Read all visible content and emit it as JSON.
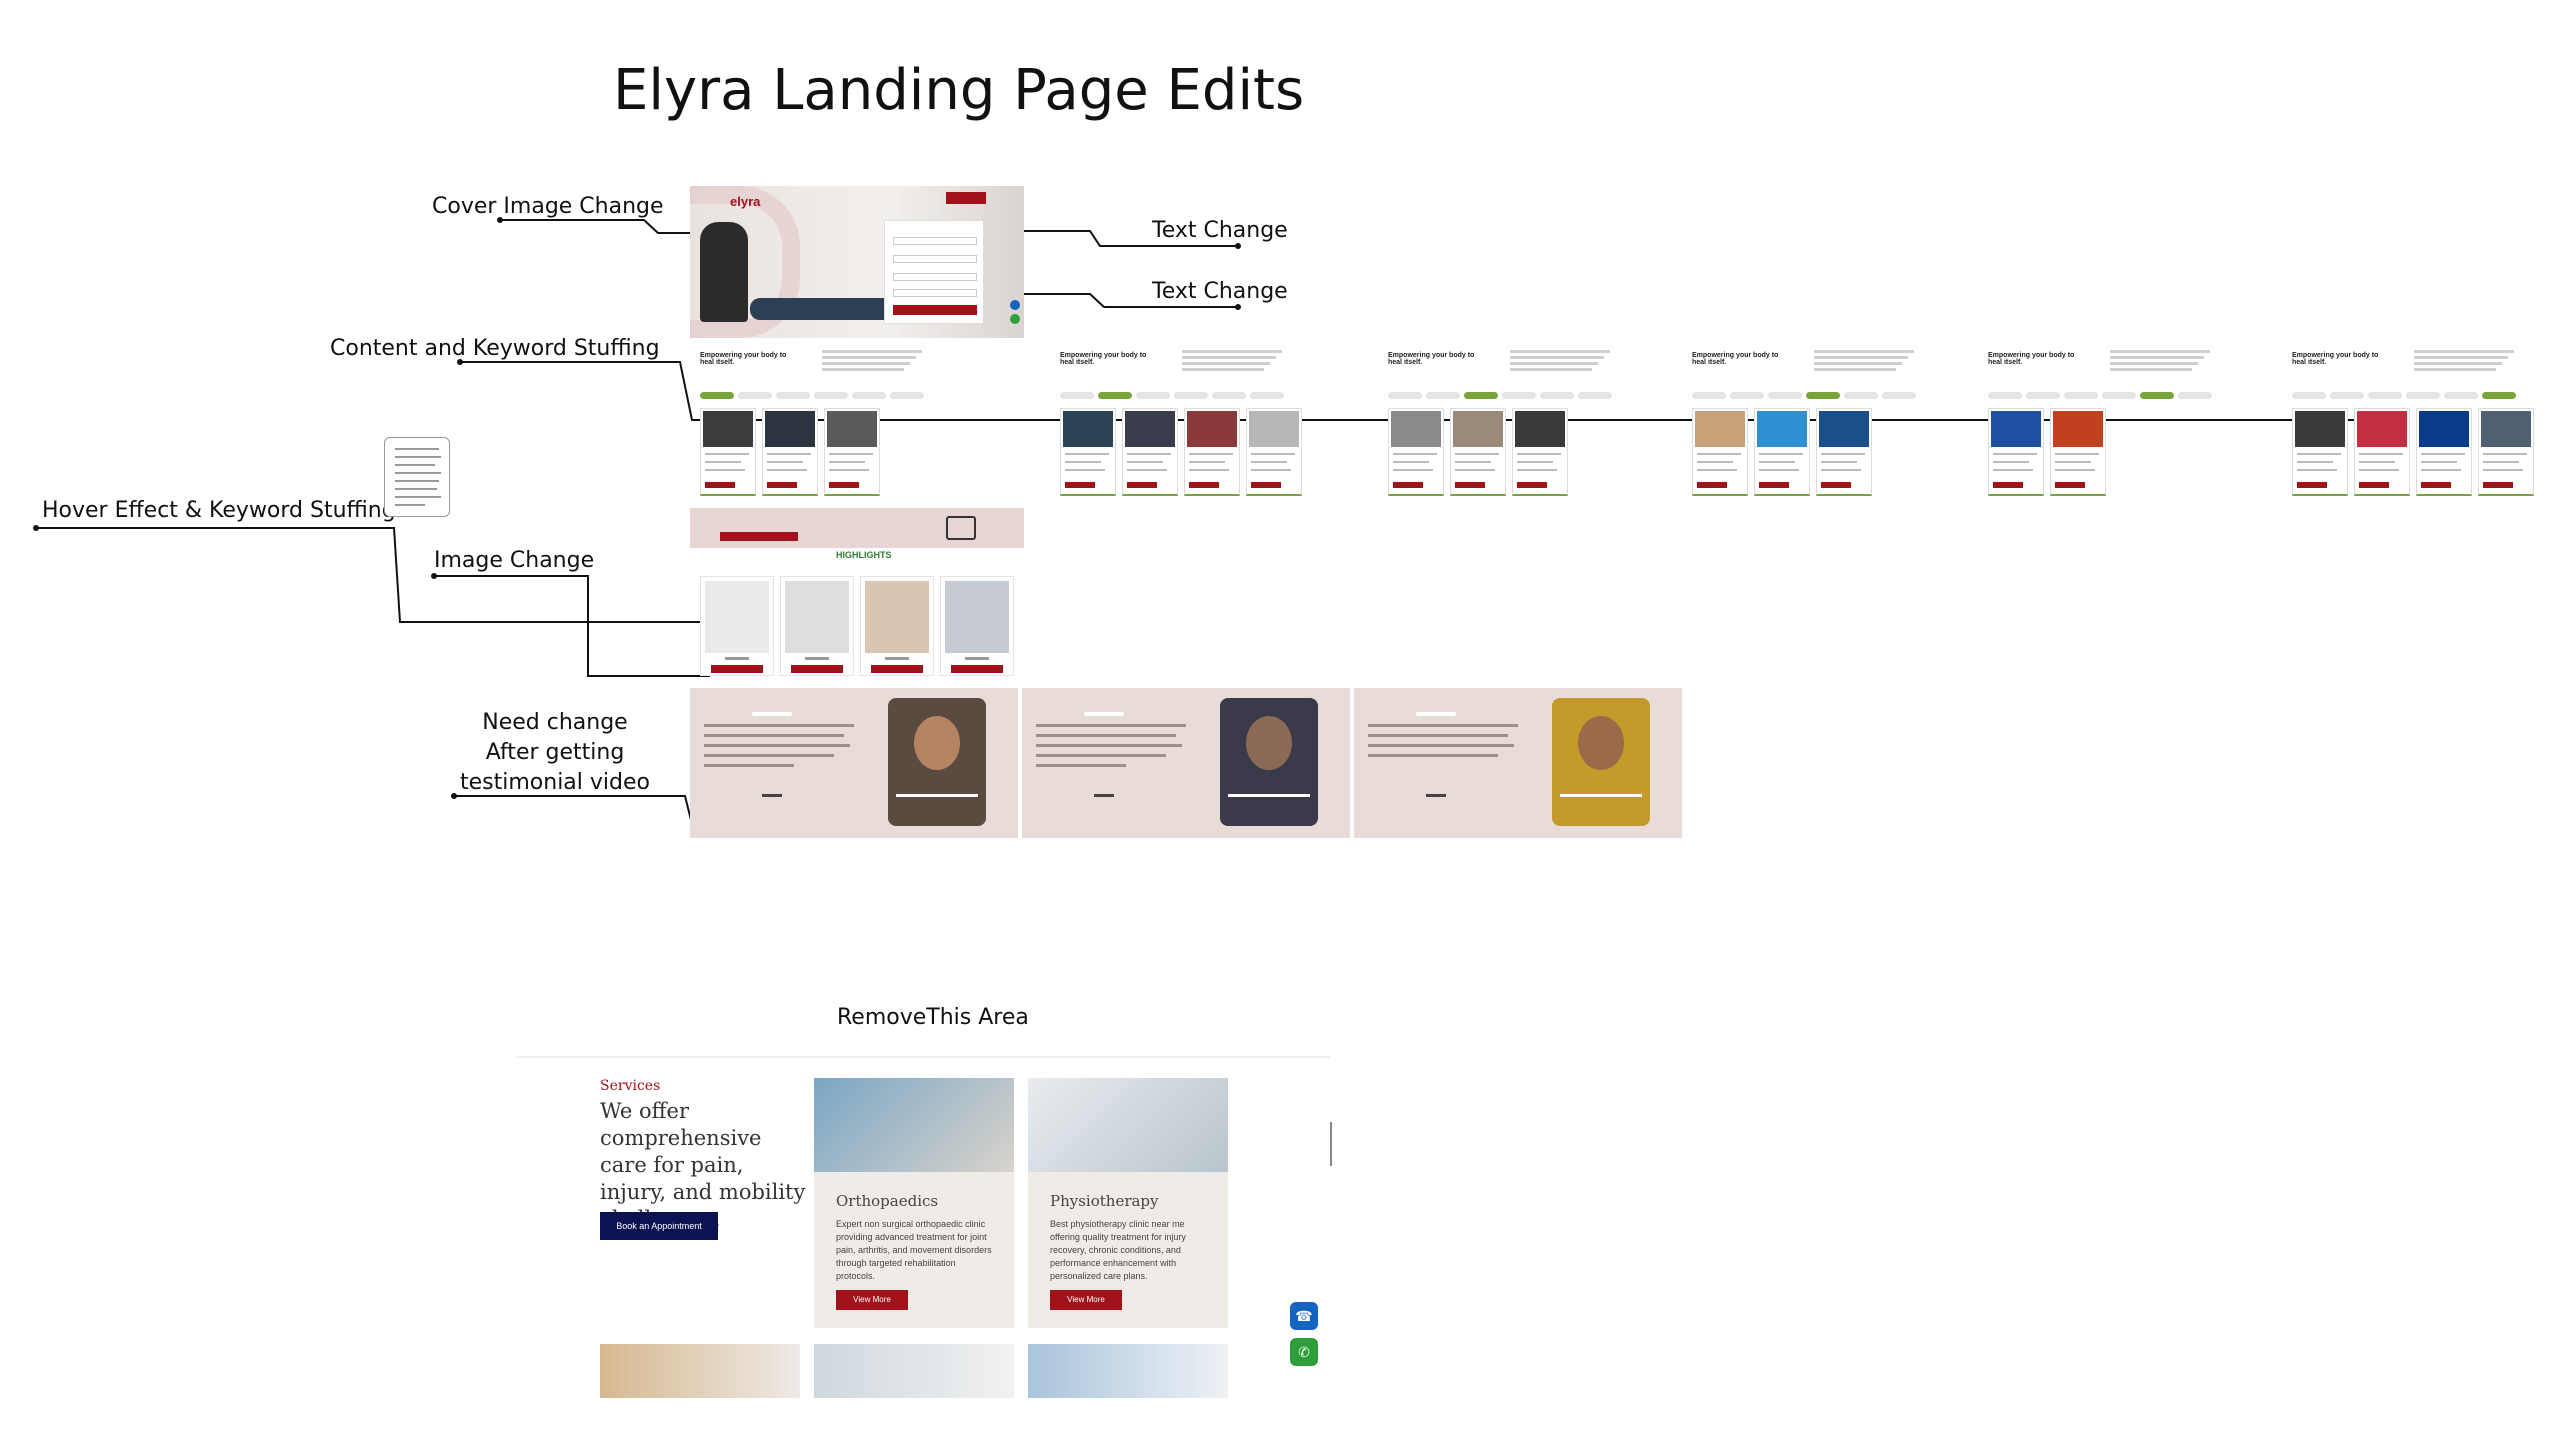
{
  "page": {
    "title": "Elyra Landing Page Edits"
  },
  "annotations": {
    "cover_image_change": "Cover Image Change",
    "text_change_1": "Text Change",
    "text_change_2": "Text Change",
    "content_keyword": "Content and Keyword Stuffing",
    "hover_effect": "Hover Effect & Keyword Stuffing",
    "image_change": "Image Change",
    "need_change_1": "Need change",
    "need_change_2": "After getting",
    "need_change_3": "testimonial video",
    "remove_area": "RemoveThis Area"
  },
  "hero": {
    "logo": "elyra"
  },
  "variants": {
    "heading": "Empowering your body to heal itself."
  },
  "highlights": {
    "label": "HIGHLIGHTS"
  },
  "services": {
    "tag": "Services",
    "heading": "We offer comprehensive care for pain, injury, and mobility challenges.",
    "cta": "Book an Appointment",
    "cards": [
      {
        "title": "Orthopaedics",
        "desc": "Expert non surgical orthopaedic clinic providing advanced treatment for joint pain, arthritis, and movement disorders through targeted rehabilitation protocols.",
        "button": "View More"
      },
      {
        "title": "Physiotherapy",
        "desc": "Best physiotherapy clinic near me offering quality treatment for injury recovery, chronic conditions, and performance enhancement with personalized care plans.",
        "button": "View More"
      }
    ]
  },
  "colors": {
    "brand_red": "#a1121a",
    "accent_green": "#7ba33c",
    "navy": "#0b1352"
  },
  "icons": {
    "phone": "phone-icon",
    "whatsapp": "whatsapp-icon",
    "image": "image-icon"
  }
}
